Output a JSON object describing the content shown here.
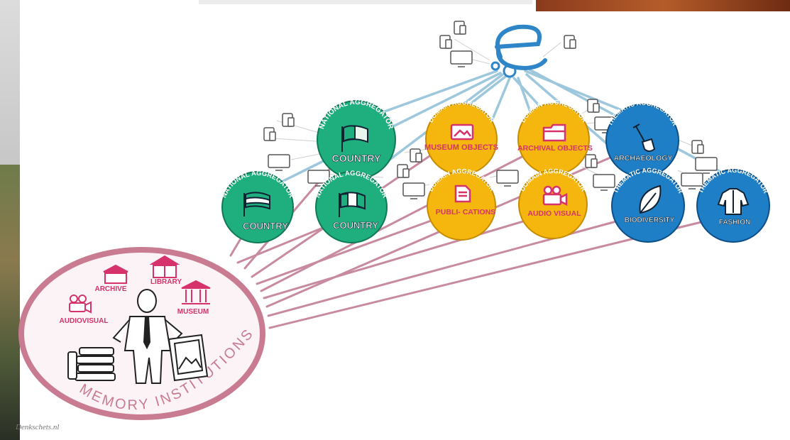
{
  "credit": "Denkschets.nl",
  "memory": {
    "title": "MEMORY INSTITUTIONS",
    "items": {
      "archive": "ARCHIVE",
      "library": "LIBRARY",
      "museum": "MUSEUM",
      "audiovisual": "AUDIOVISUAL"
    }
  },
  "nodes": {
    "national": {
      "heading": "NATIONAL AGGREGATOR",
      "labels": [
        "COUNTRY",
        "COUNTRY",
        "COUNTRY"
      ]
    },
    "domain": {
      "heading": "DOMAIN AGGREGATOR",
      "labels": [
        "MUSEUM OBJECTS",
        "ARCHIVAL OBJECTS",
        "PUBLI- CATIONS",
        "AUDIO VISUAL"
      ]
    },
    "thematic": {
      "heading": "THEMATIC AGGREGATOR",
      "labels": [
        "ARCHAEOLOGY",
        "BIODIVERSITY",
        "FASHION"
      ]
    }
  },
  "colors": {
    "national": "#1fae7e",
    "domain": "#f5b70d",
    "thematic": "#1f7fc6",
    "institution_ring": "#c97b92",
    "institution_text": "#d6336c",
    "links_pink": "#c88aa0",
    "links_blue": "#9cc7dd",
    "hub": "#2e86c9"
  },
  "icons": {
    "hub": "europeana-e-logo",
    "devices": "computer-monitor-icon"
  }
}
